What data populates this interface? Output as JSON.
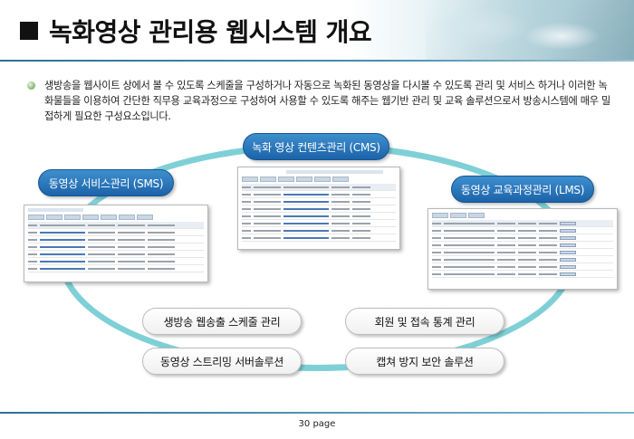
{
  "header": {
    "title": "녹화영상 관리용 웹시스템 개요"
  },
  "intro": {
    "text": "생방송을 웹사이트 상에서 볼 수 있도록 스케줄을 구성하거나 자동으로 녹화된 동영상을 다시볼 수 있도록 관리 및 서비스 하거나 이러한 녹화물들을 이용하여 간단한 직무용 교육과정으로 구성하여 사용할 수 있도록 해주는 웹기반 관리 및 교육 솔루션으로서 방송시스템에 매우 밀접하게 필요한 구성요소입니다."
  },
  "diagram": {
    "cms_label": "녹화 영상 컨텐츠관리 (CMS)",
    "sms_label": "동영상 서비스관리 (SMS)",
    "lms_label": "동영상 교육과정관리 (LMS)",
    "schedule_label": "생방송 웹송출 스케줄 관리",
    "streaming_label": "동영상 스트리밍 서버솔루션",
    "member_stats_label": "회원 및 접속 통계 관리",
    "capture_protect_label": "캡쳐 방지 보안 솔루션"
  },
  "footer": {
    "page": "30 page"
  },
  "colors": {
    "accent_blue": "#1c63a9",
    "ellipse": "#7fd0d6",
    "title_square": "#111111"
  }
}
